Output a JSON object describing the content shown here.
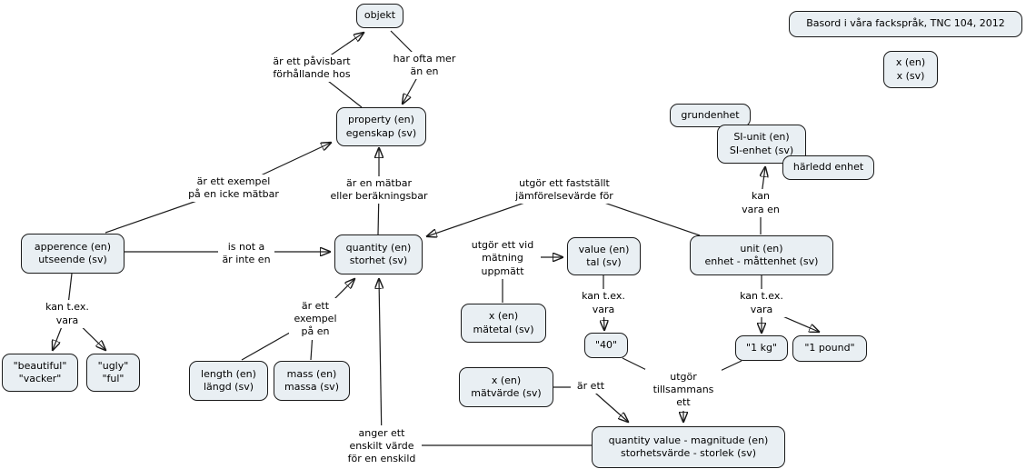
{
  "title": "Basord i våra fackspråk, TNC 104, 2012",
  "colors": {
    "node_fill": "#e9eff3",
    "node_border": "#1a1a1a",
    "line": "#1a1a1a",
    "background": "#ffffff"
  },
  "nodes": {
    "objekt": "objekt",
    "title_box": "Basord i våra fackspråk, TNC 104, 2012",
    "legend_x": "x (en)\nx (sv)",
    "property": "property (en)\negenskap (sv)",
    "grundenhet": "grundenhet",
    "si_unit": "SI-unit (en)\nSI-enhet (sv)",
    "harledd_enhet": "härledd enhet",
    "apperence": "apperence (en)\nutseende (sv)",
    "quantity": "quantity (en)\nstorhet (sv)",
    "value": "value (en)\ntal (sv)",
    "unit": "unit (en)\nenhet - måttenhet (sv)",
    "matetal": "x (en)\nmätetal (sv)",
    "val40": "\"40\"",
    "kg": "\"1 kg\"",
    "pound": "\"1 pound\"",
    "matvarde": "x (en)\nmätvärde (sv)",
    "length": "length (en)\nlängd (sv)",
    "mass": "mass (en)\nmassa (sv)",
    "beautiful": "\"beautiful\"\n\"vacker\"",
    "ugly": "\"ugly\"\n\"ful\"",
    "quantity_value": "quantity value - magnitude (en)\nstorhetsvärde - storlek (sv)"
  },
  "edge_labels": {
    "pavisbart": "är ett påvisbart\nförhållande hos",
    "har_ofta": "har ofta mer\nän en",
    "exempel_icke_matbar": "är ett exempel\npå en icke mätbar",
    "matbar_berakningsbar": "är en mätbar\neller beräkningsbar",
    "faststallt": "utgör ett fastställt\njämförelsevärde för",
    "is_not_a": "is not a\när inte en",
    "kan_tex_vara_left": "kan t.ex.\nvara",
    "exempel_pa_en": "är ett\nexempel\npå en",
    "vid_matning": "utgör ett vid\nmätning\nuppmätt",
    "kan_tex_vara_mid": "kan t.ex.\nvara",
    "kan_tex_vara_right": "kan t.ex.\nvara",
    "kan_vara_en": "kan\nvara en",
    "utgor_tillsammans": "utgör\ntillsammans\nett",
    "ar_ett": "är ett",
    "anger_ett": "anger ett\nenskilt värde\nför en enskild"
  }
}
